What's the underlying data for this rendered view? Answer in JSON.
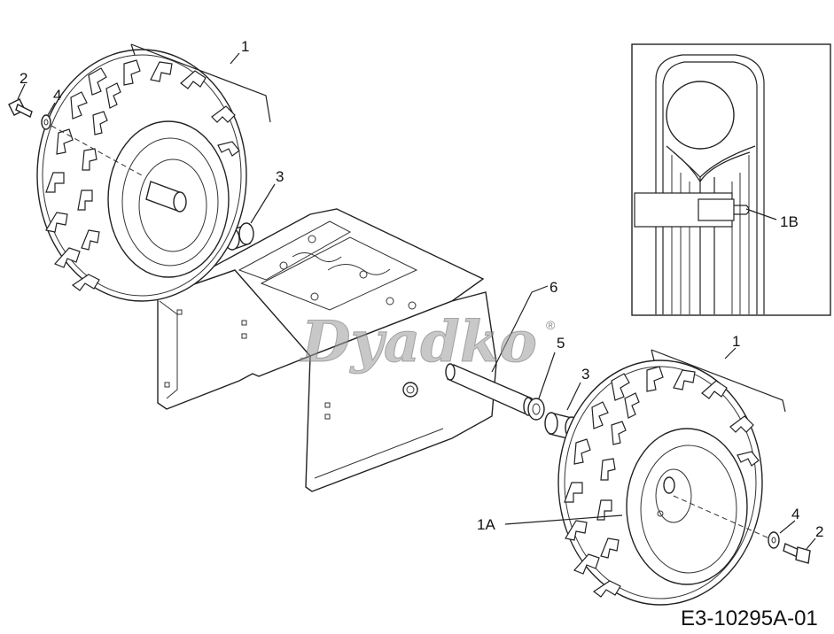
{
  "diagram_code": "E3-10295A-01",
  "watermark": {
    "text": "Dyadko",
    "registered_mark": "®"
  },
  "callouts": {
    "wheel_left": "1",
    "bolt_left": "2",
    "washer_left": "4",
    "spacer_left": "3",
    "axle": "6",
    "washer_right_inner": "5",
    "spacer_right": "3",
    "wheel_right": "1",
    "rim": "1A",
    "washer_right": "4",
    "bolt_right": "2",
    "valve_inset": "1B"
  }
}
